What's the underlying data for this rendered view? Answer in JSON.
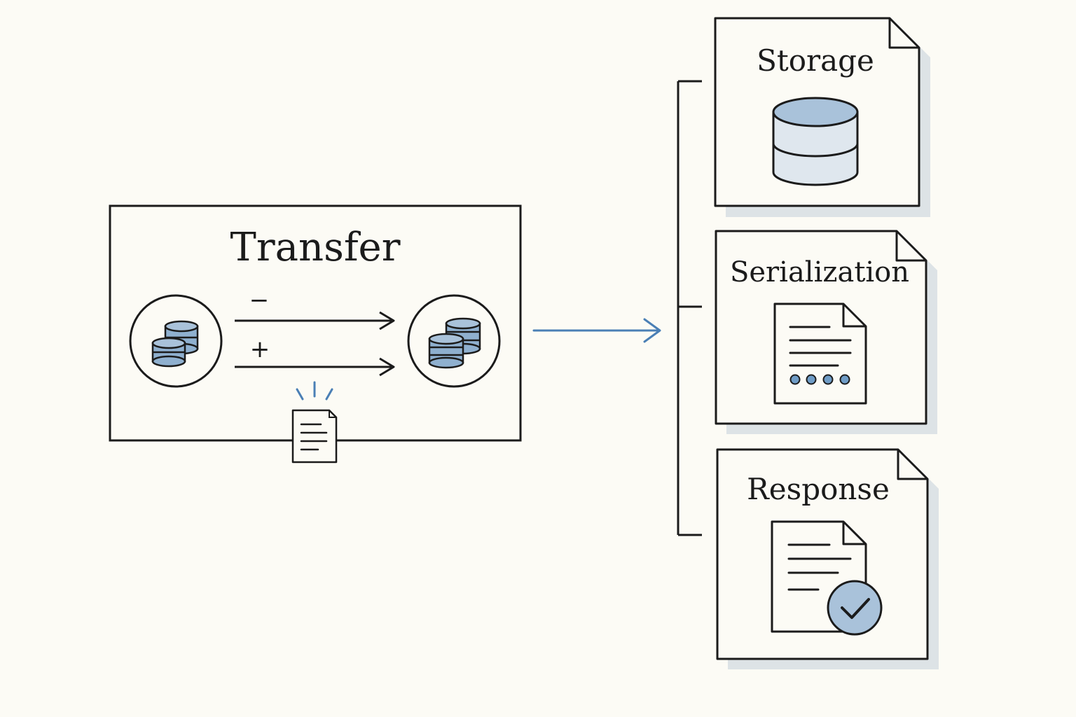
{
  "transfer": {
    "title": "Transfer",
    "minus_sign": "−",
    "plus_sign": "+",
    "source_icon": "coins-stack-icon",
    "target_icon": "coins-stack-icon",
    "receipt_icon": "receipt-icon"
  },
  "stages": [
    {
      "title": "Storage",
      "icon": "database-icon"
    },
    {
      "title": "Serialization",
      "icon": "serialized-document-icon"
    },
    {
      "title": "Response",
      "icon": "document-check-icon"
    }
  ],
  "colors": {
    "background": "#fcfbf5",
    "ink": "#1b1b1b",
    "accent_blue": "#4a7fb5",
    "fill_blue": "#a9c2da",
    "fill_light": "#dfe7ee",
    "shadow": "#dde3e6"
  }
}
